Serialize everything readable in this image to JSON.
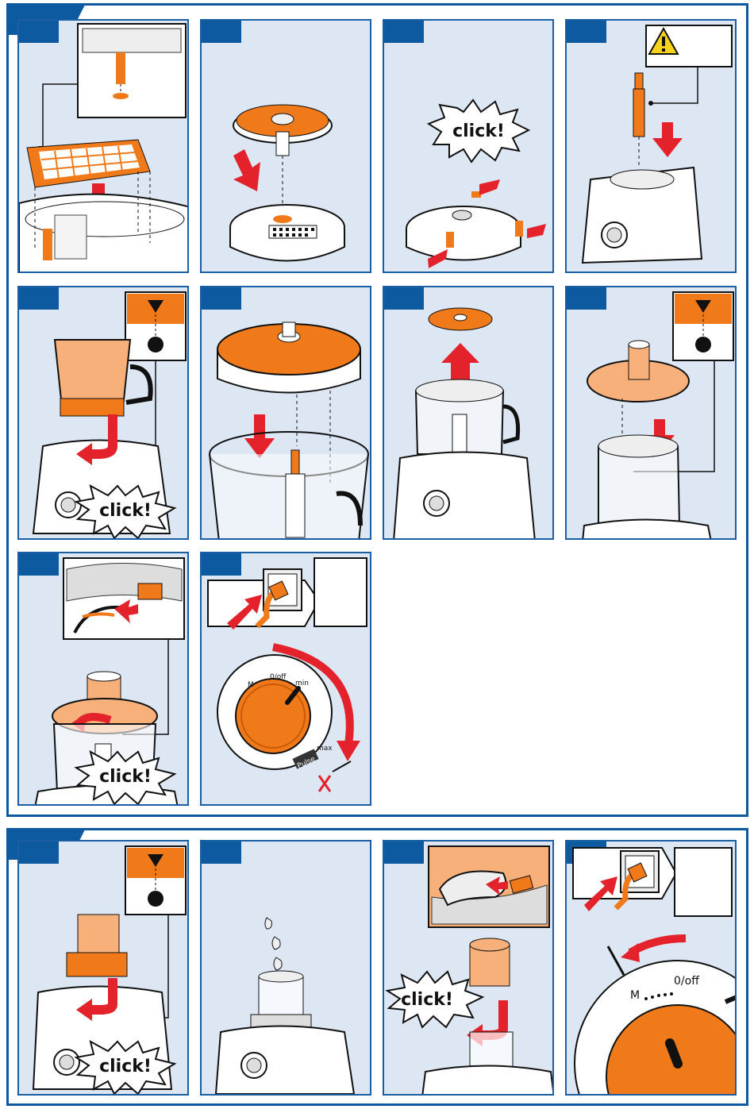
{
  "labels": {
    "click": "click!",
    "dial_off": "0/off",
    "dial_min": "min",
    "dial_max": "max",
    "dial_m": "M",
    "dial_pulse": "Pulse",
    "dial_m_large": "M",
    "dial_off_large": "0/off"
  },
  "colors": {
    "section_border": "#0e5aa0",
    "panel_bg": "#dde7f3",
    "accent_orange": "#f07a1a",
    "arrow_red": "#e3222b",
    "warning_yellow": "#f6d21b"
  },
  "icons": {
    "warning": "warning-triangle-icon",
    "lock_indicator": "lock-indicator-icon",
    "plug": "power-plug-icon"
  }
}
